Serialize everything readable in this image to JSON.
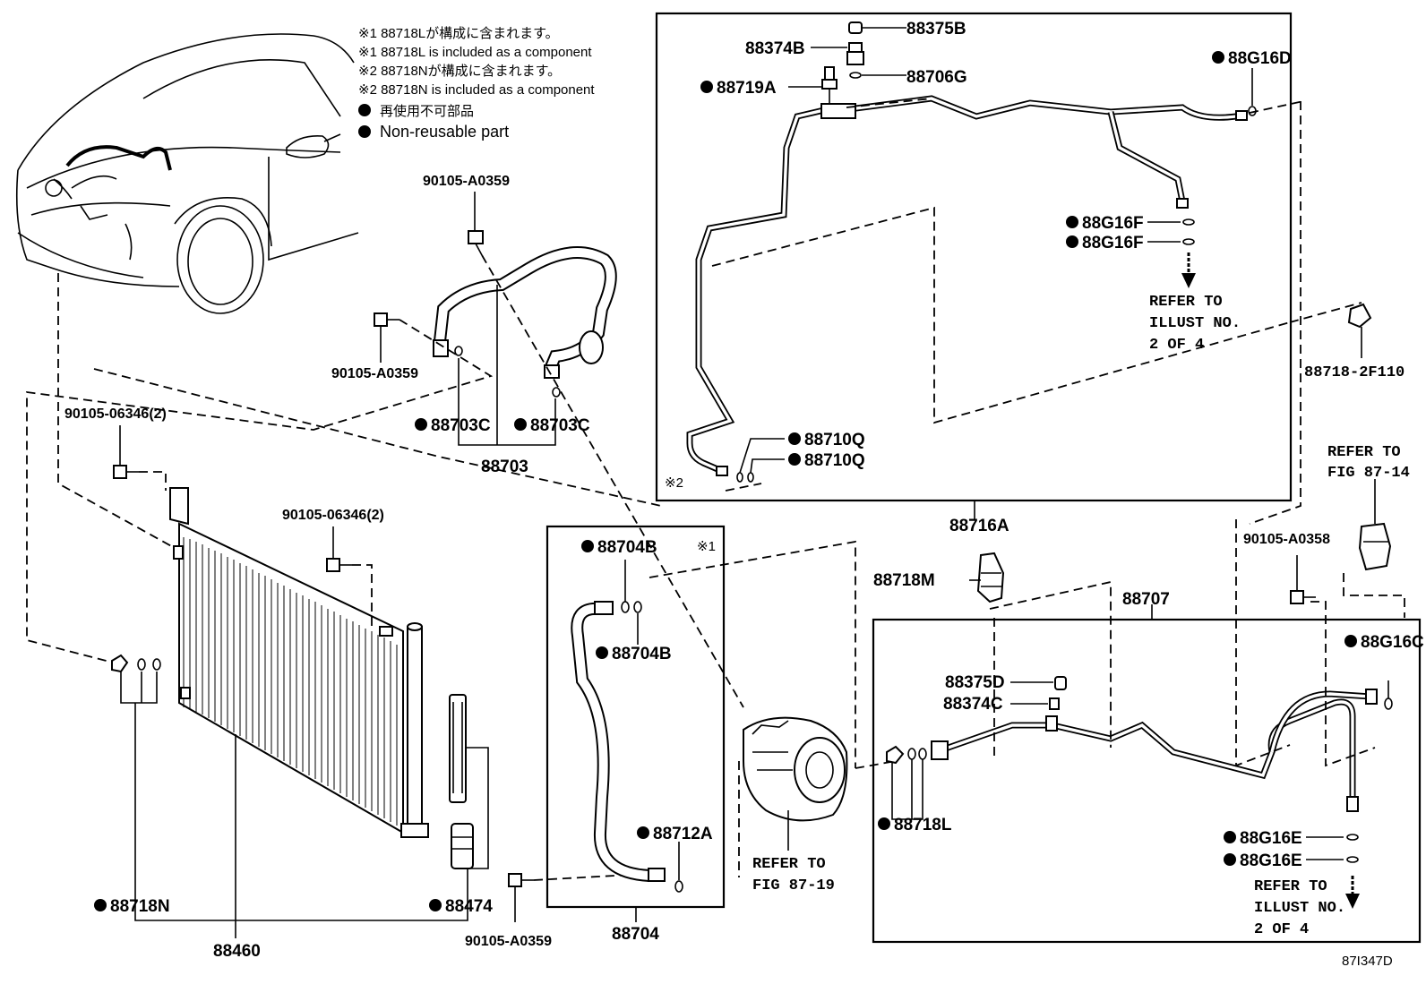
{
  "notes": {
    "line1": "※1 88718Lが構成に含まれます。",
    "line2": "※1 88718L  is included as a component",
    "line3": "※2 88718Nが構成に含まれます。",
    "line4": "※2 88718N  is included as a component",
    "line5": "再使用不可部品",
    "line6": "Non-reusable part"
  },
  "labels": {
    "p88375B": "88375B",
    "p88374B": "88374B",
    "p88719A": "88719A",
    "p88706G": "88706G",
    "p88G16D": "88G16D",
    "p88G16F_1": "88G16F",
    "p88G16F_2": "88G16F",
    "ref_illust_top_1": "REFER TO",
    "ref_illust_top_2": "ILLUST NO.",
    "ref_illust_top_3": "2 OF 4",
    "p88718_2F110": "88718-2F110",
    "p88710Q_1": "88710Q",
    "p88710Q_2": "88710Q",
    "mark2": "※2",
    "p88716A": "88716A",
    "ref_fig8714_1": "REFER TO",
    "ref_fig8714_2": "FIG 87-14",
    "p90105_A0358": "90105-A0358",
    "p90105_A0359_top": "90105-A0359",
    "p90105_A0359_left": "90105-A0359",
    "p88703C_1": "88703C",
    "p88703C_2": "88703C",
    "p88703": "88703",
    "p90105_06346_1": "90105-06346(2)",
    "p90105_06346_2": "90105-06346(2)",
    "p88704B_1": "88704B",
    "p88704B_2": "88704B",
    "mark1": "※1",
    "p88712A": "88712A",
    "p88704": "88704",
    "ref_fig8719_1": "REFER TO",
    "ref_fig8719_2": "FIG 87-19",
    "p88718M": "88718M",
    "p88707": "88707",
    "p88375D": "88375D",
    "p88374C": "88374C",
    "p88718L": "88718L",
    "p88G16C": "88G16C",
    "p88G16E_1": "88G16E",
    "p88G16E_2": "88G16E",
    "ref_illust_bot_1": "REFER TO",
    "ref_illust_bot_2": "ILLUST NO.",
    "ref_illust_bot_3": "2 OF 4",
    "p88718N": "88718N",
    "p88474": "88474",
    "p90105_A0359_bot": "90105-A0359",
    "p88460": "88460",
    "fig_code": "87I347D"
  },
  "icons": [
    "non-reusable-dot-icon",
    "arrow-down-icon"
  ],
  "colors": {
    "ink": "#000000",
    "paper": "#ffffff"
  }
}
